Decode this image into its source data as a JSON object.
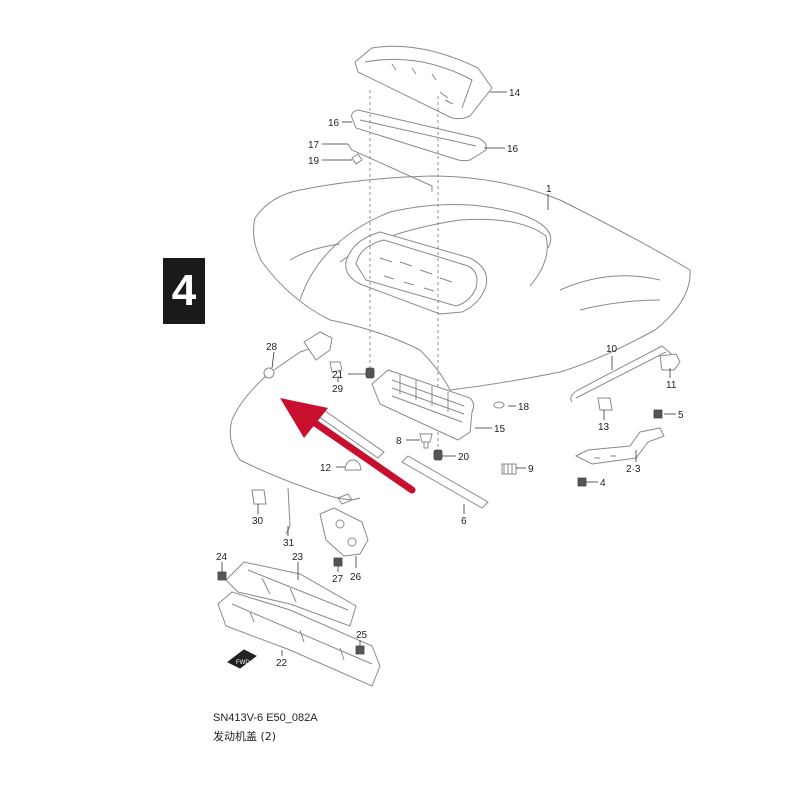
{
  "section_number": "4",
  "caption": {
    "code": "SN413V-6 E50_082A",
    "title": "发动机盖 (2)"
  },
  "fwd_label": "FWD",
  "highlight_color": "#c8102e",
  "callouts": {
    "c1": "1",
    "c2_3": "2·3",
    "c4": "4",
    "c5": "5",
    "c6": "6",
    "c8": "8",
    "c9": "9",
    "c10": "10",
    "c11": "11",
    "c12": "12",
    "c13": "13",
    "c14": "14",
    "c15": "15",
    "c16a": "16",
    "c16b": "16",
    "c17": "17",
    "c18": "18",
    "c19": "19",
    "c20": "20",
    "c21": "21",
    "c22": "22",
    "c23": "23",
    "c24": "24",
    "c25": "25",
    "c26": "26",
    "c27": "27",
    "c28": "28",
    "c29": "29",
    "c30": "30",
    "c31": "31"
  }
}
